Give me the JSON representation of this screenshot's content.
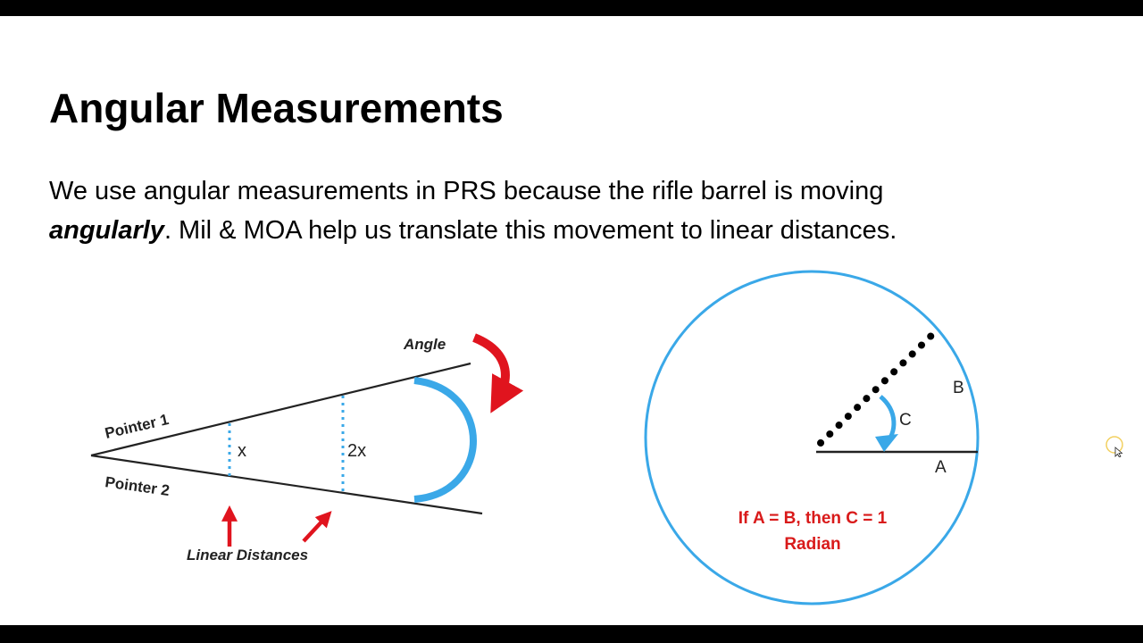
{
  "slide": {
    "title": "Angular Measurements",
    "body": {
      "part1": "We use angular measurements in PRS because the rifle barrel is moving",
      "emphasis": "angularly",
      "part2": ". Mil & MOA help us translate this movement to linear distances."
    }
  },
  "left_diagram": {
    "angle_label": "Angle",
    "pointer1_label": "Pointer 1",
    "pointer2_label": "Pointer 2",
    "x_label": "x",
    "two_x_label": "2x",
    "linear_distances_label": "Linear Distances"
  },
  "right_diagram": {
    "a_label": "A",
    "b_label": "B",
    "c_label": "C",
    "rule_line1": "If A = B, then C = 1",
    "rule_line2": "Radian"
  },
  "colors": {
    "arc_blue": "#3aa8e8",
    "arrow_red": "#e0141e",
    "rule_text_red": "#d91a1a"
  },
  "icons": [
    "cursor-arrow-icon",
    "cursor-highlight-ring-icon",
    "curved-arrow-icon",
    "straight-arrow-icon"
  ]
}
